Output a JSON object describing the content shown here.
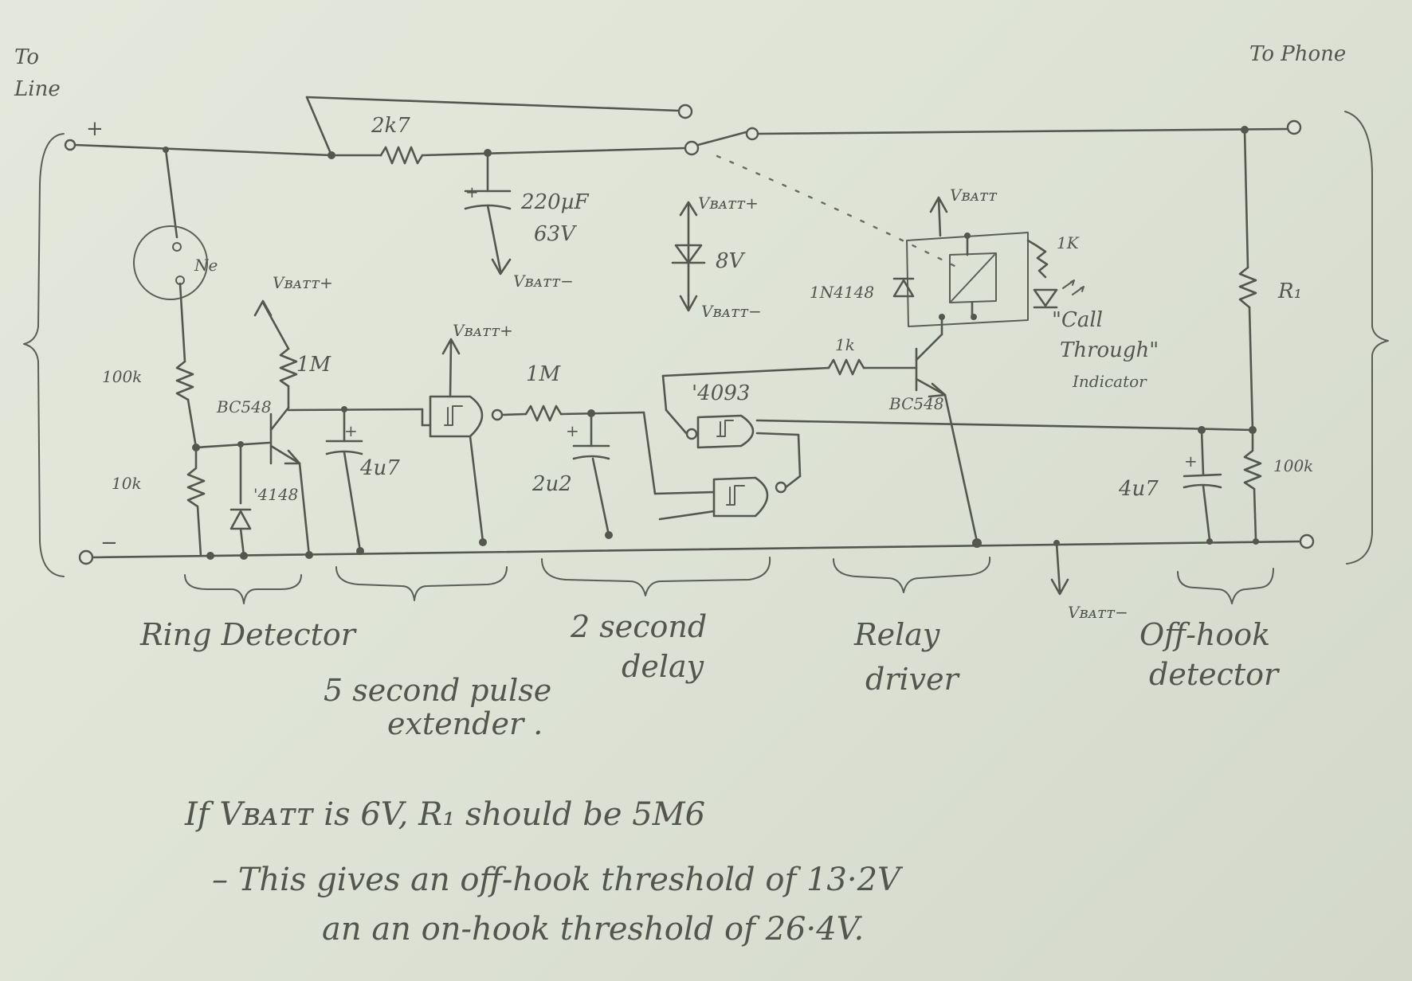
{
  "labels": {
    "to_line": [
      "To",
      "Line"
    ],
    "to_phone": "To Phone",
    "plus": "+",
    "minus": "−",
    "r_2k7": "2k7",
    "cap_220": [
      "220µF",
      "63V"
    ],
    "vbatt_minus": "Vʙᴀᴛᴛ−",
    "vbatt_plus": "Vʙᴀᴛᴛ+",
    "vbatt": "Vʙᴀᴛᴛ",
    "zener": "8V",
    "neon": "Ne",
    "r_100k": "100k",
    "r_10k": "10k",
    "transistor_1": "BC548",
    "diode_1": "'4148",
    "r_1m_a": "1M",
    "cap_4u7_a": "4u7",
    "r_1m_b": "1M",
    "cap_2u2": "2u2",
    "gate_ic": "'4093",
    "r_1k_a": "1k",
    "transistor_2": "BC548",
    "diode_relay": "1N4148",
    "r_1k_b": "1K",
    "indicator": [
      "\"Call",
      "Through\"",
      "Indicator"
    ],
    "r1": "R₁",
    "cap_4u7_b": "4u7",
    "r_100k_b": "100k"
  },
  "sections": {
    "ring_detector": "Ring Detector",
    "pulse_extender": [
      "5 second pulse",
      "extender ."
    ],
    "delay": [
      "2 second",
      "delay"
    ],
    "relay_driver": [
      "Relay",
      "driver"
    ],
    "offhook": [
      "Off-hook",
      "detector"
    ]
  },
  "notes": {
    "line1": "If Vʙᴀᴛᴛ is 6V, R₁ should be 5M6",
    "line2": "– This gives an off-hook threshold of 13·2V",
    "line3": "an an on-hook threshold of 26·4V."
  }
}
